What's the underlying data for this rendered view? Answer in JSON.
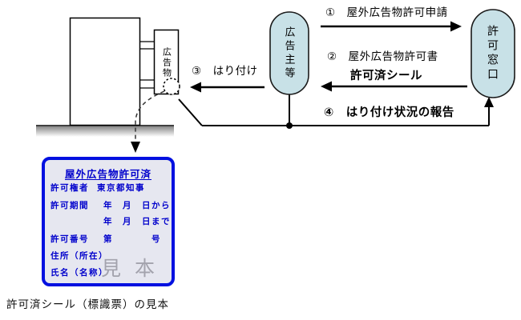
{
  "colors": {
    "oval_fill": "#c8e1e7",
    "sticker_border": "#0010e0",
    "sticker_bg": "#e6e7f0",
    "sticker_text": "#0000cc",
    "watermark": "#a3a3ad"
  },
  "actors": {
    "advertiser": "広告主等",
    "counter": "許可窓口",
    "signboard": "広告物"
  },
  "flows": [
    {
      "label": "①　屋外広告物許可申請"
    },
    {
      "label": "②　屋外広告物許可書"
    },
    {
      "label": "許可済シール"
    },
    {
      "label": "③　はり付け"
    },
    {
      "label": "④　はり付け状況の報告"
    }
  ],
  "sticker": {
    "title": "屋外広告物許可済",
    "rows": [
      {
        "label": "許可権者",
        "value": "東京都知事"
      },
      {
        "label": "許可期間",
        "value": "年　月　日から"
      },
      {
        "label": "",
        "value": "年　月　日まで"
      },
      {
        "label": "許可番号",
        "value": "第",
        "suffix": "号"
      },
      {
        "label": "住所（所在）",
        "value": ""
      },
      {
        "label": "氏名（名称）",
        "value": ""
      }
    ],
    "watermark": "見本"
  },
  "caption": "許可済シール（標識票）の見本"
}
